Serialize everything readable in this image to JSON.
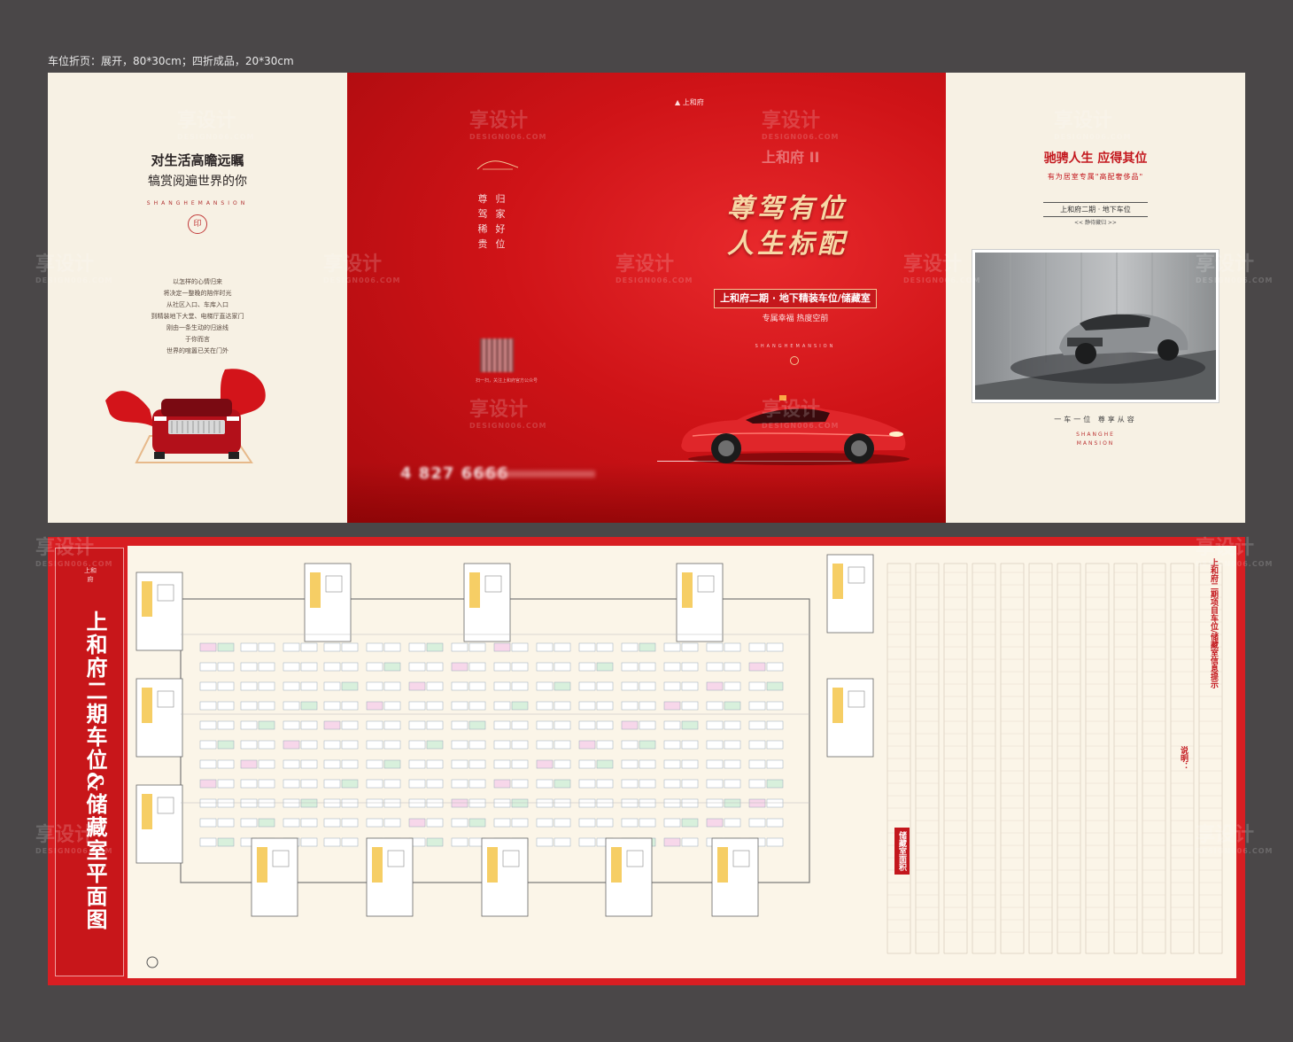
{
  "caption": "车位折页：展开，80*30cm；四折成品，20*30cm",
  "left_panel": {
    "title": "对生活高瞻远瞩",
    "subtitle": "犒赏阅遍世界的你",
    "en": "SHANGHEMANSION",
    "seal": "印",
    "poem": [
      "以怎样的心情归来",
      "将决定一整晚的陪伴时光",
      "从社区入口、车库入口",
      "到精装地下大堂、电梯厅直达家门",
      "刚由一条生动的归途线",
      "于你而言",
      "世界的喧嚣已关在门外"
    ]
  },
  "red_panel": {
    "logo": "▲ 上和府",
    "brand": "上和府 II",
    "vertical_left": "尊驾稀贵",
    "vertical_right": "归家好位",
    "qr_note": "扫一扫，关注上和府官方公众号",
    "headline_1": "尊驾有位",
    "headline_2": "人生标配",
    "project": "上和府二期 · 地下精装车位/储藏室",
    "project_sub": "专属幸福  热度空前",
    "en": "SHANGHEMANSION",
    "phone": "4 827 6666"
  },
  "right_panel": {
    "title": "驰骋人生 应得其位",
    "subtitle": "有为居室专属\"高配奢侈品\"",
    "tag": "上和府二期 · 地下车位",
    "note": "<< 静待藏归 >>",
    "line": "一车一位  尊享从容",
    "en_1": "SHANGHE",
    "en_2": "MANSION"
  },
  "plan": {
    "side_title": "上和府二期车位&储藏室平面图",
    "side_logo": "上和府",
    "legend_title": "上和府二期项目车位/储藏室信息提示",
    "area_title": "储藏室面积",
    "note_label": "说明："
  },
  "watermark": {
    "text": "享设计",
    "sub": "DESIGN006.COM"
  },
  "colors": {
    "background": "#4a4748",
    "cream": "#f7f1e4",
    "brand_red": "#cf1317",
    "gold": "#f7d8a6"
  }
}
